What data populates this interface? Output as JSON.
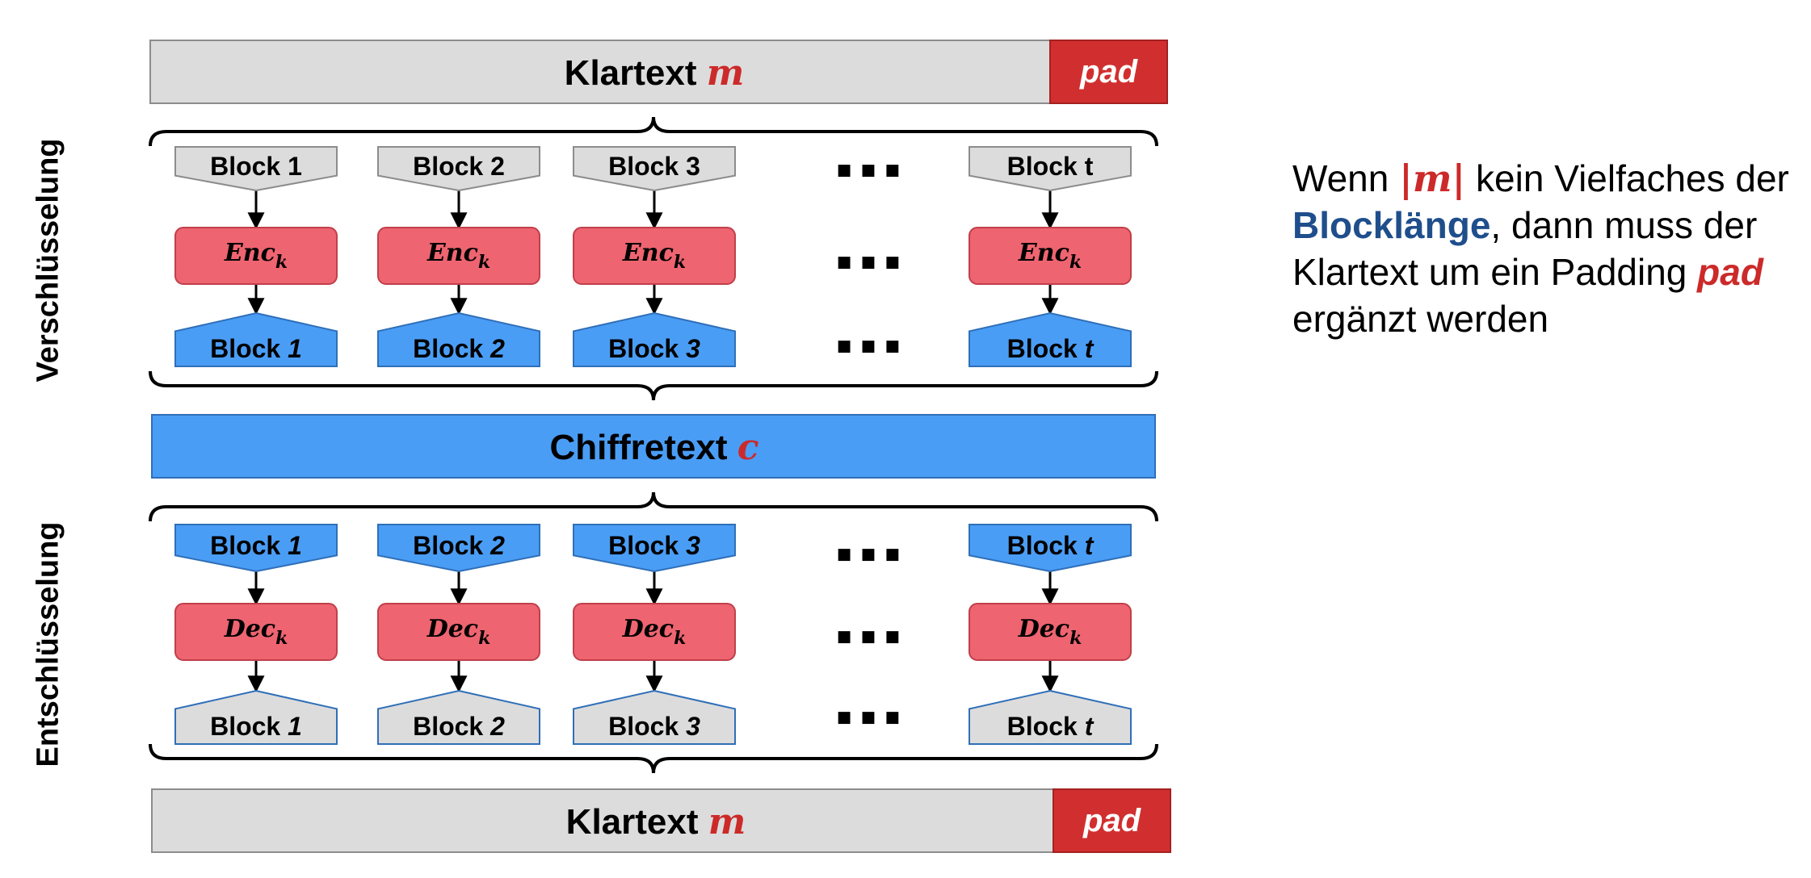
{
  "encryption": {
    "side_label": "Verschlüsselung",
    "plaintext": {
      "label": "Klartext",
      "var": "m",
      "pad_label": "pad"
    },
    "input_blocks": [
      {
        "prefix": "Block ",
        "index": "1"
      },
      {
        "prefix": "Block ",
        "index": "2"
      },
      {
        "prefix": "Block ",
        "index": "3"
      },
      {
        "prefix": "Block ",
        "index": "t"
      }
    ],
    "func": {
      "name": "Enc",
      "sub": "k"
    },
    "output_blocks": [
      {
        "prefix": "Block ",
        "index": "1"
      },
      {
        "prefix": "Block ",
        "index": "2"
      },
      {
        "prefix": "Block ",
        "index": "3"
      },
      {
        "prefix": "Block ",
        "index": "t"
      }
    ],
    "ellipsis": "▪ ▪ ▪"
  },
  "ciphertext": {
    "label": "Chiffretext",
    "var": "c"
  },
  "decryption": {
    "side_label": "Entschlüsselung",
    "input_blocks": [
      {
        "prefix": "Block ",
        "index": "1"
      },
      {
        "prefix": "Block ",
        "index": "2"
      },
      {
        "prefix": "Block ",
        "index": "3"
      },
      {
        "prefix": "Block ",
        "index": "t"
      }
    ],
    "func": {
      "name": "Dec",
      "sub": "k"
    },
    "output_blocks": [
      {
        "prefix": "Block ",
        "index": "1"
      },
      {
        "prefix": "Block ",
        "index": "2"
      },
      {
        "prefix": "Block ",
        "index": "3"
      },
      {
        "prefix": "Block ",
        "index": "t"
      }
    ],
    "plaintext": {
      "label": "Klartext",
      "var": "m",
      "pad_label": "pad"
    },
    "ellipsis": "▪ ▪ ▪"
  },
  "note": {
    "part1": "Wenn ",
    "m_expr": "|m|",
    "part2": " kein Vielfaches der ",
    "blocklength": "Blocklänge",
    "part3": ", dann muss der Klartext um ein Padding ",
    "pad": "pad",
    "part4": " ergänzt werden"
  },
  "colors": {
    "gray_fill": "#dcdcdc",
    "gray_stroke": "#8c8c8c",
    "pad_red": "#d12f2f",
    "enc_red": "#ee6470",
    "enc_stroke": "#c0404a",
    "blue": "#4a9df5",
    "blue_stroke": "#2f6fb8",
    "var_red": "#cc2a2a"
  }
}
